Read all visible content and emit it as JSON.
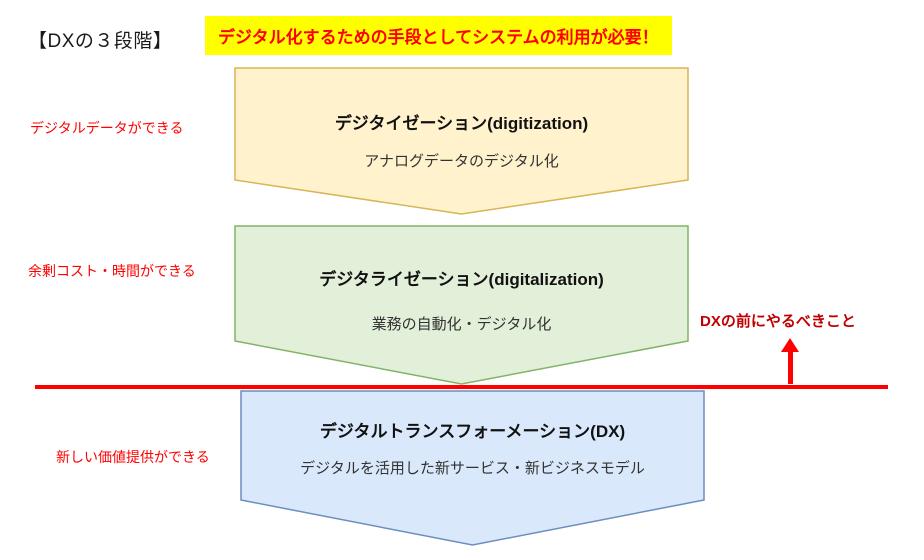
{
  "header": {
    "title": "【DXの３段階】",
    "banner": "デジタル化するための手段としてシステムの利用が必要！"
  },
  "side_labels": [
    {
      "text": "デジタルデータができる"
    },
    {
      "text": "余剰コスト・時間ができる"
    },
    {
      "text": "新しい価値提供ができる"
    }
  ],
  "stages": [
    {
      "title": "デジタイゼーション(digitization)",
      "subtitle": "アナログデータのデジタル化",
      "fill": "#FFF2CC",
      "stroke": "#D6B656"
    },
    {
      "title": "デジタライゼーション(digitalization)",
      "subtitle": "業務の自動化・デジタル化",
      "fill": "#E2EFD9",
      "stroke": "#82B366"
    },
    {
      "title": "デジタルトランスフォーメーション(DX)",
      "subtitle": "デジタルを活用した新サービス・新ビジネスモデル",
      "fill": "#DAE8FC",
      "stroke": "#6C8EBF"
    }
  ],
  "annotation": {
    "label": "DXの前にやるべきこと"
  },
  "colors": {
    "banner_bg": "#FFFF00",
    "banner_text": "#FF0000",
    "side_label_text": "#FF0000",
    "divider_line": "#FF0000",
    "annotation_text": "#C00000"
  }
}
